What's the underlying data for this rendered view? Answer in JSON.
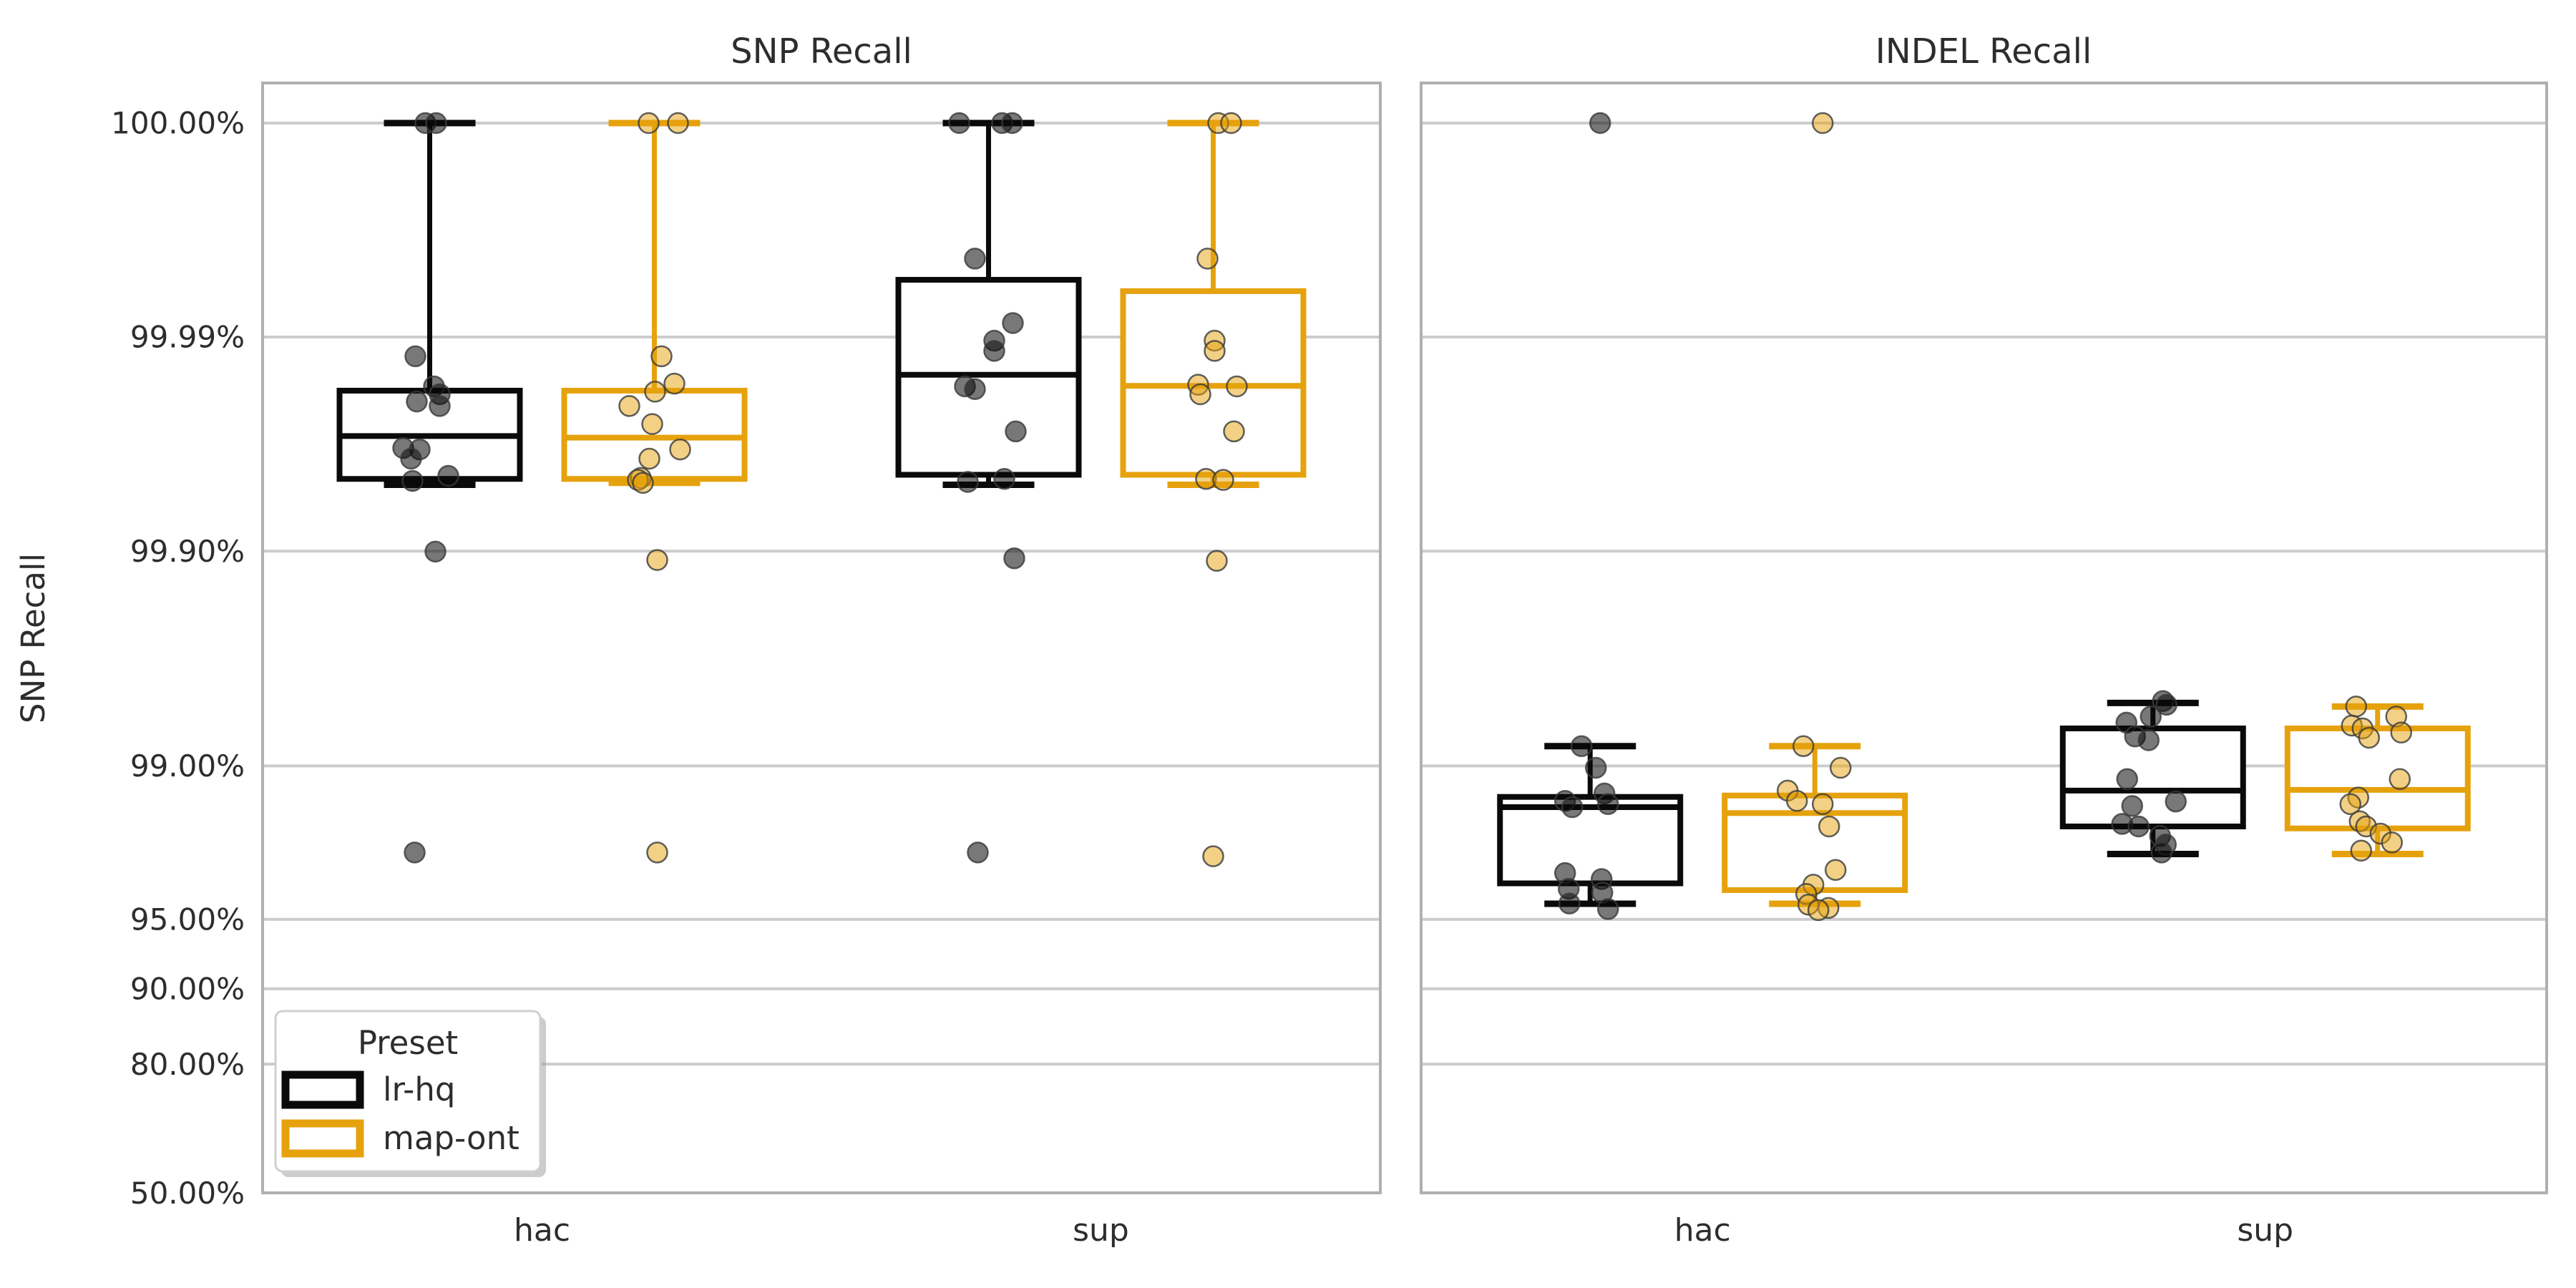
{
  "figure": {
    "left_panel_title": "SNP Recall",
    "right_panel_title": "INDEL Recall",
    "y_axis_label": "SNP Recall"
  },
  "legend": {
    "title": "Preset",
    "items": [
      {
        "label": "lr-hq",
        "color": "#0a0a0a"
      },
      {
        "label": "map-ont",
        "color": "#E6A20C"
      }
    ]
  },
  "style": {
    "grid_color": "#cccccc",
    "spine_color": "#b0b0b0",
    "text_color": "#2d2d2d",
    "point_stroke": "#3a3a3a",
    "box_face": "#ffffff"
  },
  "chart_data": {
    "type": "box+strip",
    "ylabel": "SNP Recall",
    "y_scale": "logit",
    "ylim_percent": [
      50.0,
      99.999
    ],
    "grid": "horizontal",
    "legend_position": "lower left",
    "yticks": [
      {
        "label": "100.00%",
        "value": 100.0
      },
      {
        "label": "99.99%",
        "value": 99.99
      },
      {
        "label": "99.90%",
        "value": 99.9
      },
      {
        "label": "99.00%",
        "value": 99.0
      },
      {
        "label": "95.00%",
        "value": 95.0
      },
      {
        "label": "90.00%",
        "value": 90.0
      },
      {
        "label": "80.00%",
        "value": 80.0
      },
      {
        "label": "50.00%",
        "value": 50.0
      }
    ],
    "categories": [
      "hac",
      "sup"
    ],
    "presets": [
      "lr-hq",
      "map-ont"
    ],
    "panels": [
      {
        "title": "SNP Recall",
        "groups": [
          {
            "category": "hac",
            "preset": "lr-hq",
            "box": {
              "whisker_low": 99.951,
              "q1": 99.954,
              "median": 99.971,
              "q3": 99.9822,
              "whisker_high": 100.0
            },
            "points": [
              {
                "v": 100.0,
                "jx": -6
              },
              {
                "v": 100.0,
                "jx": 9
              },
              {
                "v": 99.9877,
                "jx": -20
              },
              {
                "v": 99.983,
                "jx": 6
              },
              {
                "v": 99.9815,
                "jx": 14
              },
              {
                "v": 99.98,
                "jx": -18
              },
              {
                "v": 99.979,
                "jx": 14
              },
              {
                "v": 99.967,
                "jx": -37
              },
              {
                "v": 99.9665,
                "jx": -14
              },
              {
                "v": 99.963,
                "jx": -26
              },
              {
                "v": 99.9555,
                "jx": 26
              },
              {
                "v": 99.953,
                "jx": -24
              },
              {
                "v": 99.8995,
                "jx": 8
              },
              {
                "v": 97.5,
                "jx": -21
              }
            ]
          },
          {
            "category": "hac",
            "preset": "map-ont",
            "box": {
              "whisker_low": 99.952,
              "q1": 99.954,
              "median": 99.9705,
              "q3": 99.9822,
              "whisker_high": 100.0
            },
            "points": [
              {
                "v": 100.0,
                "jx": -8
              },
              {
                "v": 100.0,
                "jx": 33
              },
              {
                "v": 99.9877,
                "jx": 10
              },
              {
                "v": 99.9835,
                "jx": 28
              },
              {
                "v": 99.982,
                "jx": 1
              },
              {
                "v": 99.979,
                "jx": -35
              },
              {
                "v": 99.9745,
                "jx": -3
              },
              {
                "v": 99.9665,
                "jx": 36
              },
              {
                "v": 99.963,
                "jx": -7
              },
              {
                "v": 99.9545,
                "jx": -19
              },
              {
                "v": 99.9535,
                "jx": -23
              },
              {
                "v": 99.952,
                "jx": -16
              },
              {
                "v": 99.89,
                "jx": 4
              },
              {
                "v": 97.5,
                "jx": 4
              }
            ]
          },
          {
            "category": "sup",
            "preset": "lr-hq",
            "box": {
              "whisker_low": 99.951,
              "q1": 99.956,
              "median": 99.985,
              "q3": 99.9946,
              "whisker_high": 100.0
            },
            "points": [
              {
                "v": 100.0,
                "jx": -41
              },
              {
                "v": 100.0,
                "jx": 19
              },
              {
                "v": 100.0,
                "jx": 33
              },
              {
                "v": 99.9957,
                "jx": -19
              },
              {
                "v": 99.9914,
                "jx": 34
              },
              {
                "v": 99.9896,
                "jx": 8
              },
              {
                "v": 99.9884,
                "jx": 8
              },
              {
                "v": 99.983,
                "jx": -33
              },
              {
                "v": 99.9825,
                "jx": -19
              },
              {
                "v": 99.9724,
                "jx": 38
              },
              {
                "v": 99.954,
                "jx": 22
              },
              {
                "v": 99.9525,
                "jx": -29
              },
              {
                "v": 99.892,
                "jx": 36
              },
              {
                "v": 97.5,
                "jx": -15
              }
            ]
          },
          {
            "category": "sup",
            "preset": "map-ont",
            "box": {
              "whisker_low": 99.951,
              "q1": 99.956,
              "median": 99.9831,
              "q3": 99.9939,
              "whisker_high": 100.0
            },
            "points": [
              {
                "v": 100.0,
                "jx": 7
              },
              {
                "v": 100.0,
                "jx": 25
              },
              {
                "v": 99.9957,
                "jx": -8
              },
              {
                "v": 99.9896,
                "jx": 2
              },
              {
                "v": 99.9884,
                "jx": 2
              },
              {
                "v": 99.9833,
                "jx": -21
              },
              {
                "v": 99.983,
                "jx": 33
              },
              {
                "v": 99.9815,
                "jx": -18
              },
              {
                "v": 99.9724,
                "jx": 29
              },
              {
                "v": 99.954,
                "jx": -10
              },
              {
                "v": 99.9535,
                "jx": 14
              },
              {
                "v": 99.889,
                "jx": 5
              },
              {
                "v": 97.4,
                "jx": 0
              }
            ]
          }
        ]
      },
      {
        "title": "INDEL Recall",
        "groups": [
          {
            "category": "hac",
            "preset": "lr-hq",
            "box": {
              "whisker_low": 95.74,
              "q1": 96.55,
              "median": 98.45,
              "q3": 98.61,
              "whisker_high": 99.19
            },
            "points": [
              {
                "v": 100.0,
                "jx": 14
              },
              {
                "v": 99.19,
                "jx": -12
              },
              {
                "v": 98.98,
                "jx": 8
              },
              {
                "v": 98.66,
                "jx": 20
              },
              {
                "v": 98.55,
                "jx": -35
              },
              {
                "v": 98.5,
                "jx": 25
              },
              {
                "v": 98.45,
                "jx": -25
              },
              {
                "v": 96.9,
                "jx": -35
              },
              {
                "v": 96.7,
                "jx": 16
              },
              {
                "v": 96.35,
                "jx": -30
              },
              {
                "v": 96.2,
                "jx": 17
              },
              {
                "v": 95.75,
                "jx": -29
              },
              {
                "v": 95.5,
                "jx": 25
              }
            ]
          },
          {
            "category": "hac",
            "preset": "map-ont",
            "box": {
              "whisker_low": 95.74,
              "q1": 96.3,
              "median": 98.35,
              "q3": 98.63,
              "whisker_high": 99.19
            },
            "points": [
              {
                "v": 100.0,
                "jx": 11
              },
              {
                "v": 99.19,
                "jx": -16
              },
              {
                "v": 98.98,
                "jx": 36
              },
              {
                "v": 98.7,
                "jx": -38
              },
              {
                "v": 98.55,
                "jx": -25
              },
              {
                "v": 98.5,
                "jx": 11
              },
              {
                "v": 98.1,
                "jx": 20
              },
              {
                "v": 97.0,
                "jx": 29
              },
              {
                "v": 96.5,
                "jx": -2
              },
              {
                "v": 96.15,
                "jx": -12
              },
              {
                "v": 95.7,
                "jx": -9
              },
              {
                "v": 95.55,
                "jx": 19
              },
              {
                "v": 95.45,
                "jx": 5
              }
            ]
          },
          {
            "category": "sup",
            "preset": "lr-hq",
            "box": {
              "whisker_low": 97.46,
              "q1": 98.1,
              "median": 98.7,
              "q3": 99.33,
              "whisker_high": 99.49
            },
            "points": [
              {
                "v": 99.5,
                "jx": 14
              },
              {
                "v": 99.48,
                "jx": 19
              },
              {
                "v": 99.41,
                "jx": -3
              },
              {
                "v": 99.37,
                "jx": -37
              },
              {
                "v": 99.27,
                "jx": -25
              },
              {
                "v": 99.24,
                "jx": -6
              },
              {
                "v": 98.85,
                "jx": -36
              },
              {
                "v": 98.54,
                "jx": 32
              },
              {
                "v": 98.47,
                "jx": -29
              },
              {
                "v": 98.15,
                "jx": -43
              },
              {
                "v": 98.1,
                "jx": -20
              },
              {
                "v": 97.9,
                "jx": 10
              },
              {
                "v": 97.7,
                "jx": 18
              },
              {
                "v": 97.5,
                "jx": 12
              }
            ]
          },
          {
            "category": "sup",
            "preset": "map-ont",
            "box": {
              "whisker_low": 97.46,
              "q1": 98.06,
              "median": 98.71,
              "q3": 99.33,
              "whisker_high": 99.47
            },
            "points": [
              {
                "v": 99.47,
                "jx": -30
              },
              {
                "v": 99.41,
                "jx": 26
              },
              {
                "v": 99.35,
                "jx": -36
              },
              {
                "v": 99.33,
                "jx": -21
              },
              {
                "v": 99.3,
                "jx": 33
              },
              {
                "v": 99.26,
                "jx": -12
              },
              {
                "v": 98.85,
                "jx": 31
              },
              {
                "v": 98.6,
                "jx": -27
              },
              {
                "v": 98.5,
                "jx": -38
              },
              {
                "v": 98.2,
                "jx": -25
              },
              {
                "v": 98.1,
                "jx": -16
              },
              {
                "v": 97.95,
                "jx": 4
              },
              {
                "v": 97.75,
                "jx": 20
              },
              {
                "v": 97.55,
                "jx": -23
              }
            ]
          }
        ]
      }
    ]
  }
}
